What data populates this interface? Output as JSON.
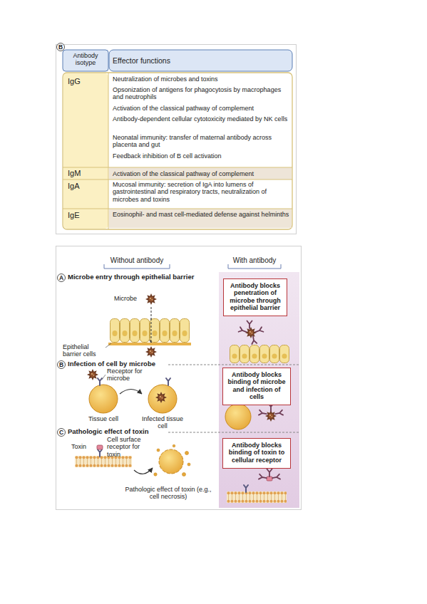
{
  "diagram": {
    "nodes": [
      {
        "text": [
          "Antibody blocks penetration of microbe through epithelial barrier"
        ]
      },
      {
        "text": [
          "Antibody blocks binding of microbe and infection of cells"
        ]
      },
      {
        "text": [
          "Antibody blocks binding of toxin to cellular receptor"
        ]
      }
    ],
    "labels": [
      "B",
      "Antibody isotype",
      "Effector functions",
      "IgG",
      "Neutralization of microbes and toxins",
      "Opsonization of antigens for phagocytosis by macrophages and neutrophils",
      "Activation of the classical pathway of complement",
      "Antibody-dependent cellular cytotoxicity mediated by NK cells",
      "Neonatal immunity: transfer of maternal antibody across placenta and gut",
      "Feedback inhibition of B cell activation",
      "IgM",
      "Activation of the classical pathway of complement",
      "IgA",
      "Mucosal immunity: secretion of IgA into lumens of gastrointestinal and respiratory tracts, neutralization of microbes and toxins",
      "IgE",
      "Eosinophil- and mast cell-mediated defense against helminths",
      "Without antibody",
      "With antibody",
      "A",
      "Microbe entry through epithelial barrier",
      "Microbe",
      "Epithelial barrier cells",
      "B",
      "Infection of cell by microbe",
      "Receptor for microbe",
      "Tissue cell",
      "Infected tissue cell",
      "C",
      "Pathologic effect of toxin",
      "Toxin",
      "Cell surface receptor for toxin",
      "Pathologic effect of toxin (e.g., cell necrosis)"
    ]
  }
}
